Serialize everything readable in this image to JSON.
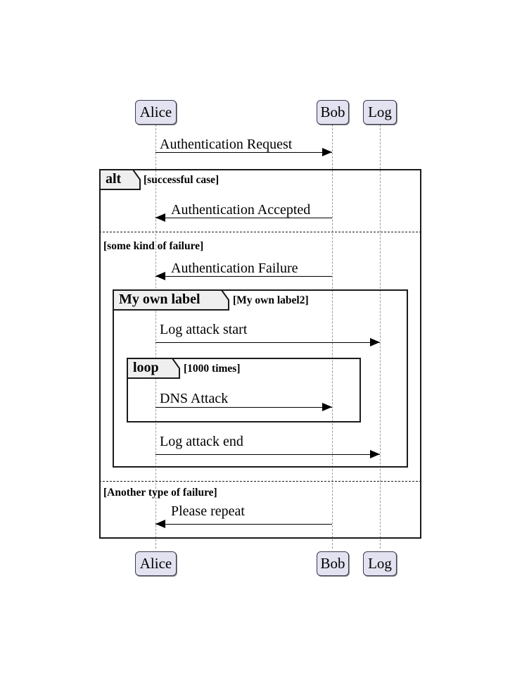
{
  "diagram": {
    "type": "uml-sequence-diagram",
    "background": "#ffffff",
    "participant_fill": "#E2E2F0",
    "participant_border": "#3b3b52",
    "fragment_border": "#1b1b1b",
    "fragment_tab_fill": "#EFEFEF",
    "lifeline_color": "#9a9a9a"
  },
  "participants": [
    {
      "id": "alice",
      "label": "Alice"
    },
    {
      "id": "bob",
      "label": "Bob"
    },
    {
      "id": "log",
      "label": "Log"
    }
  ],
  "participants_bottom": [
    {
      "id": "alice",
      "label": "Alice"
    },
    {
      "id": "bob",
      "label": "Bob"
    },
    {
      "id": "log",
      "label": "Log"
    }
  ],
  "messages": [
    {
      "id": "m1",
      "label": "Authentication Request",
      "from": "alice",
      "to": "bob",
      "direction": "right"
    },
    {
      "id": "m2",
      "label": "Authentication Accepted",
      "from": "bob",
      "to": "alice",
      "direction": "left"
    },
    {
      "id": "m3",
      "label": "Authentication Failure",
      "from": "bob",
      "to": "alice",
      "direction": "left"
    },
    {
      "id": "m4",
      "label": "Log attack start",
      "from": "alice",
      "to": "log",
      "direction": "right"
    },
    {
      "id": "m5",
      "label": "DNS Attack",
      "from": "alice",
      "to": "bob",
      "direction": "right"
    },
    {
      "id": "m6",
      "label": "Log attack end",
      "from": "alice",
      "to": "log",
      "direction": "right"
    },
    {
      "id": "m7",
      "label": "Please repeat",
      "from": "bob",
      "to": "alice",
      "direction": "left"
    }
  ],
  "fragments": [
    {
      "id": "alt",
      "operator": "alt",
      "conditions": [
        "[successful case]",
        "[some kind of failure]",
        "[Another type of failure]"
      ]
    },
    {
      "id": "myownlabel",
      "operator": "My own label",
      "conditions": [
        "[My own label2]"
      ]
    },
    {
      "id": "loop",
      "operator": "loop",
      "conditions": [
        "[1000 times]"
      ]
    }
  ]
}
